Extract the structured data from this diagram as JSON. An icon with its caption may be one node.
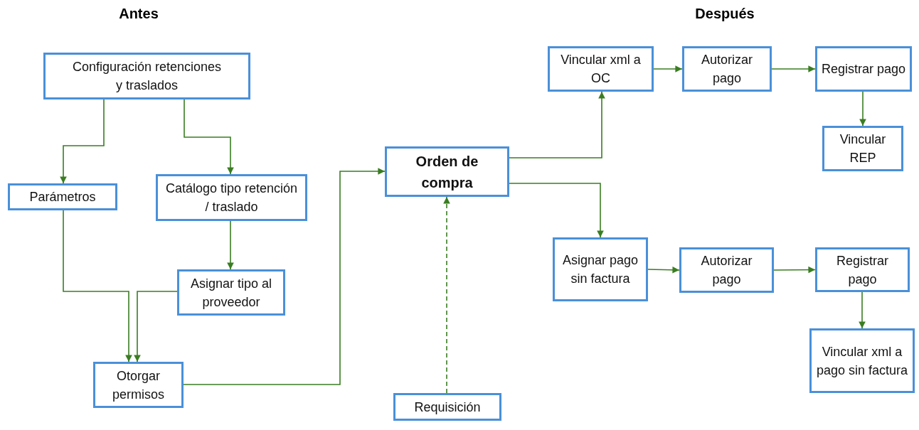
{
  "diagram": {
    "nodes": [
      {
        "text": [
          "Configuración retenciones y traslados"
        ]
      },
      {
        "text": [
          "Parámetros"
        ]
      },
      {
        "text": [
          "Catálogo tipo retención / traslado"
        ]
      },
      {
        "text": [
          "Asignar tipo al proveedor"
        ]
      },
      {
        "text": [
          "Otorgar permisos"
        ]
      },
      {
        "text": [
          "Orden de compra"
        ]
      },
      {
        "text": [
          "Requisición"
        ]
      },
      {
        "text": [
          "Vincular xml a OC"
        ]
      },
      {
        "text": [
          "Autorizar pago"
        ]
      },
      {
        "text": [
          "Registrar pago"
        ]
      },
      {
        "text": [
          "Vincular REP"
        ]
      },
      {
        "text": [
          "Asignar pago sin factura"
        ]
      },
      {
        "text": [
          "Autorizar pago"
        ]
      },
      {
        "text": [
          "Registrar pago"
        ]
      },
      {
        "text": [
          "Vincular xml a pago sin factura"
        ]
      }
    ],
    "edges": [
      {
        "from": 0,
        "to": 1,
        "arrow": "to"
      },
      {
        "from": 0,
        "to": 2,
        "arrow": "to"
      },
      {
        "from": 1,
        "to": 4,
        "arrow": "to"
      },
      {
        "from": 2,
        "to": 3,
        "arrow": "to"
      },
      {
        "from": 3,
        "to": 4,
        "arrow": "to"
      },
      {
        "from": 4,
        "to": 5,
        "arrow": "to"
      },
      {
        "from": 6,
        "to": 5,
        "arrow": "to",
        "style": "dashed"
      },
      {
        "from": 5,
        "to": 7,
        "arrow": "to"
      },
      {
        "from": 5,
        "to": 11,
        "arrow": "to"
      },
      {
        "from": 7,
        "to": 8,
        "arrow": "to"
      },
      {
        "from": 8,
        "to": 9,
        "arrow": "to"
      },
      {
        "from": 9,
        "to": 10,
        "arrow": "to"
      },
      {
        "from": 11,
        "to": 12,
        "arrow": "to"
      },
      {
        "from": 12,
        "to": 13,
        "arrow": "to"
      },
      {
        "from": 13,
        "to": 14,
        "arrow": "to"
      }
    ],
    "labels": [
      "Antes",
      "Después"
    ]
  }
}
